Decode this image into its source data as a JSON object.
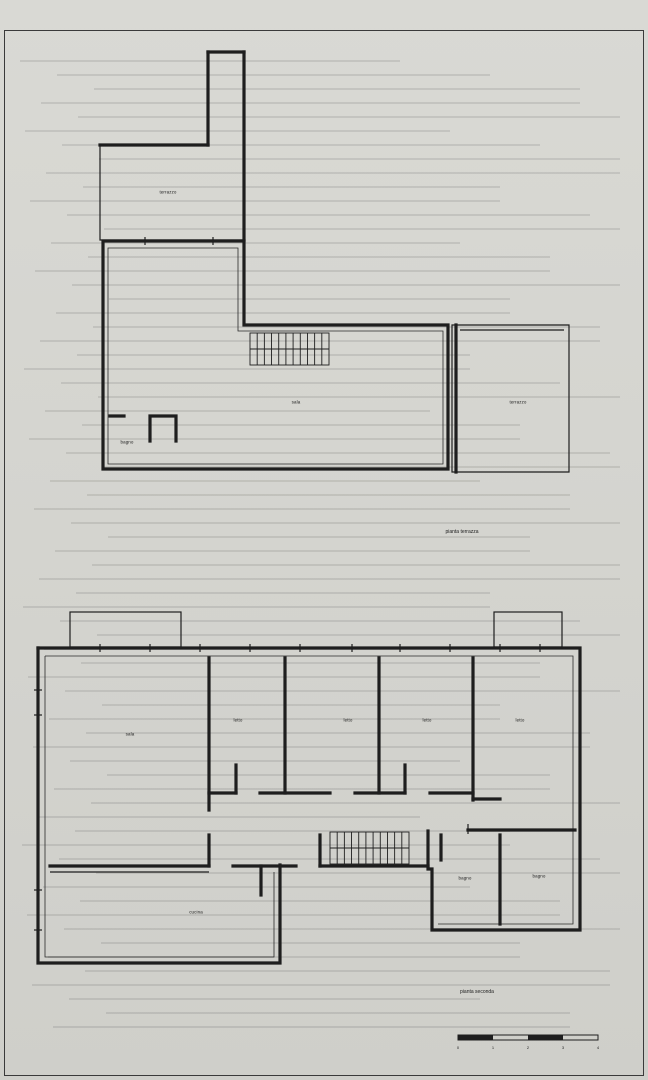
{
  "floor_upper": {
    "caption": "pianta terrazza",
    "rooms": {
      "terrace_top": "terrazzo",
      "main": "sala",
      "terrace_right": "terrazzo",
      "bath": "bagno"
    }
  },
  "floor_lower": {
    "caption": "pianta seconda",
    "rooms": {
      "living": "sala",
      "bed_1": "letto",
      "bed_2": "letto",
      "bed_3": "letto",
      "bed_4": "letto",
      "kitchen": "cucina",
      "bath_1": "bagno",
      "bath_2": "bagno"
    }
  },
  "scale_bar": {
    "labels": [
      "0",
      "1",
      "2",
      "3",
      "4"
    ]
  },
  "colors": {
    "paper": "#d5d5d0",
    "ink": "#1e1e1e"
  }
}
